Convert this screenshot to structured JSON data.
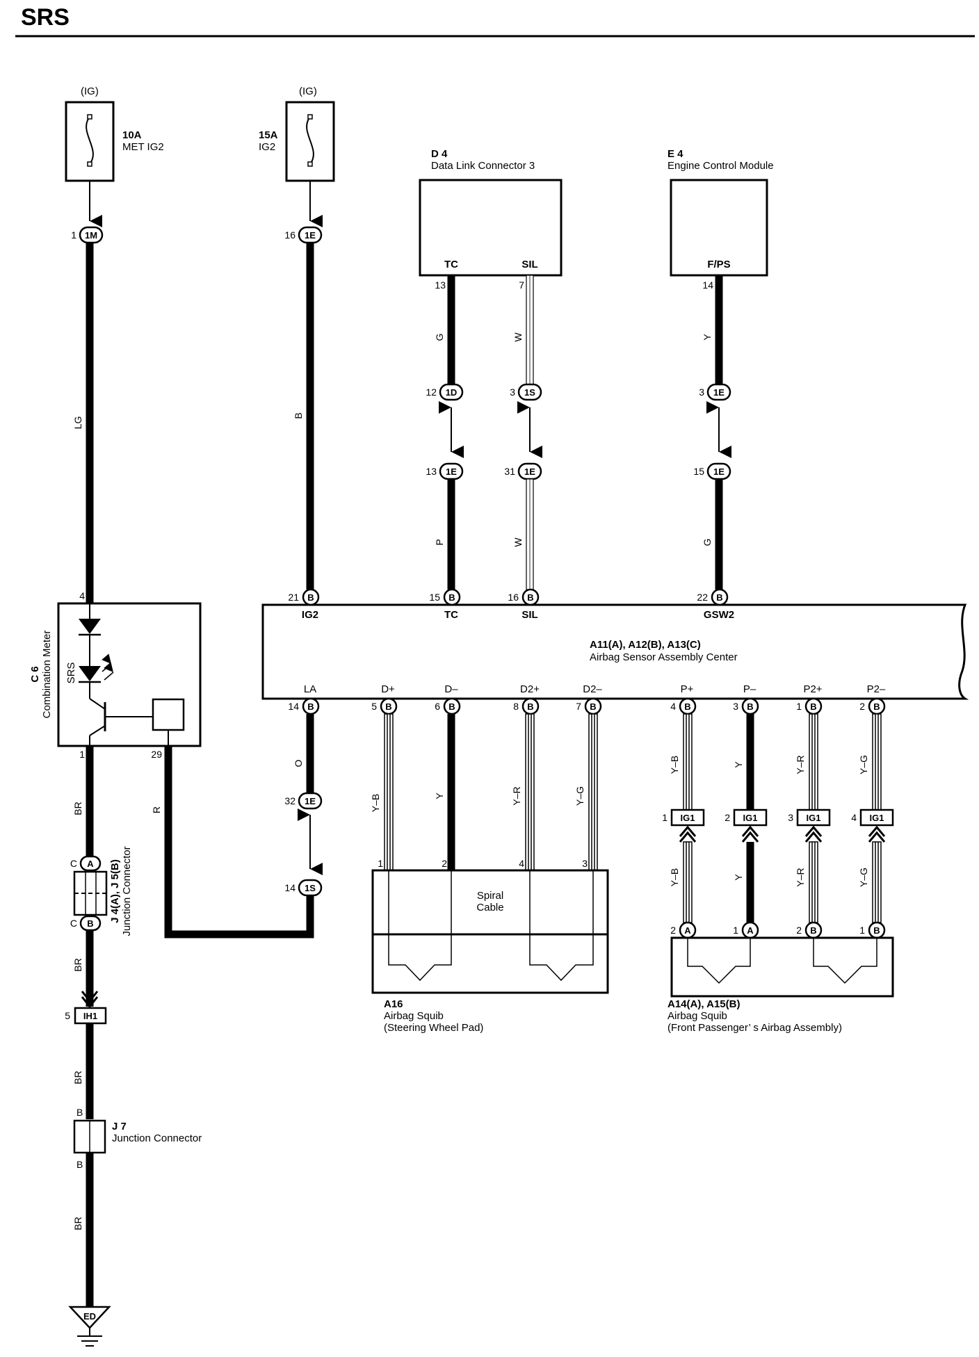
{
  "title": "SRS",
  "fuses": [
    {
      "source": "(IG)",
      "rating": "10A",
      "name": "MET IG2"
    },
    {
      "source": "(IG)",
      "rating": "15A",
      "name": "IG2"
    }
  ],
  "components": {
    "dlc": {
      "id": "D 4",
      "name": "Data Link Connector 3",
      "pin_tc": "TC",
      "pin_sil": "SIL"
    },
    "ecm": {
      "id": "E 4",
      "name": "Engine Control Module",
      "pin_fps": "F/PS"
    },
    "meter": {
      "id": "C 6",
      "name": "Combination Meter",
      "lamp": "SRS"
    },
    "sensor": {
      "id": "A11(A), A12(B), A13(C)",
      "name": "Airbag Sensor Assembly Center",
      "top_pins": [
        "IG2",
        "TC",
        "SIL",
        "GSW2"
      ],
      "bottom_pins": [
        "LA",
        "D+",
        "D–",
        "D2+",
        "D2–",
        "P+",
        "P–",
        "P2+",
        "P2–"
      ]
    },
    "spiral": {
      "line1": "Spiral",
      "line2": "Cable"
    },
    "a16": {
      "id": "A16",
      "name": "Airbag Squib",
      "detail": "(Steering Wheel Pad)"
    },
    "a14": {
      "id": "A14(A), A15(B)",
      "name": "Airbag Squib",
      "detail": "(Front Passenger’ s Airbag Assembly)"
    },
    "j4": {
      "id": "J 4(A), J 5(B)",
      "name": "Junction Connector"
    },
    "j7": {
      "id": "J 7",
      "name": "Junction Connector"
    },
    "ground": "ED"
  },
  "connectors": [
    {
      "pin": "1",
      "code": "1M"
    },
    {
      "pin": "16",
      "code": "1E"
    },
    {
      "pin": "12",
      "code": "1D"
    },
    {
      "pin": "3",
      "code": "1S"
    },
    {
      "pin": "3",
      "code": "1E"
    },
    {
      "pin": "13",
      "code": "1E"
    },
    {
      "pin": "31",
      "code": "1E"
    },
    {
      "pin": "15",
      "code": "1E"
    },
    {
      "pin": "21",
      "code": "B"
    },
    {
      "pin": "15",
      "code": "B"
    },
    {
      "pin": "16",
      "code": "B"
    },
    {
      "pin": "22",
      "code": "B"
    },
    {
      "pin": "14",
      "code": "B"
    },
    {
      "pin": "5",
      "code": "B"
    },
    {
      "pin": "6",
      "code": "B"
    },
    {
      "pin": "8",
      "code": "B"
    },
    {
      "pin": "7",
      "code": "B"
    },
    {
      "pin": "4",
      "code": "B"
    },
    {
      "pin": "3",
      "code": "B"
    },
    {
      "pin": "1",
      "code": "B"
    },
    {
      "pin": "2",
      "code": "B"
    },
    {
      "pin": "32",
      "code": "1E"
    },
    {
      "pin": "14",
      "code": "1S"
    },
    {
      "pin": "1",
      "code": "IG1"
    },
    {
      "pin": "2",
      "code": "IG1"
    },
    {
      "pin": "3",
      "code": "IG1"
    },
    {
      "pin": "4",
      "code": "IG1"
    },
    {
      "pin": "2",
      "code": "A"
    },
    {
      "pin": "1",
      "code": "A"
    },
    {
      "pin": "2",
      "code": "B"
    },
    {
      "pin": "1",
      "code": "B"
    },
    {
      "pin": "C",
      "code": "A"
    },
    {
      "pin": "C",
      "code": "B"
    },
    {
      "pin": "5",
      "code": "IH1"
    }
  ],
  "pins": {
    "dlc_tc": "13",
    "dlc_sil": "7",
    "ecm_fps": "14",
    "meter_in": "4",
    "meter_out": "1",
    "meter_r": "29",
    "spiral": [
      "1",
      "2",
      "4",
      "3"
    ],
    "j7_top": "B",
    "j7_bottom": "B"
  },
  "wires": {
    "lg": "LG",
    "b": "B",
    "g1": "G",
    "w1": "W",
    "y1": "Y",
    "p": "P",
    "w2": "W",
    "g2": "G",
    "br1": "BR",
    "r": "R",
    "o": "O",
    "s1": "Y–B",
    "s2": "Y",
    "s3": "Y–R",
    "s4": "Y–G",
    "pt1": "Y–B",
    "pt2": "Y",
    "pt3": "Y–R",
    "pt4": "Y–G",
    "pb1": "Y–B",
    "pb2": "Y",
    "pb3": "Y–R",
    "pb4": "Y–G",
    "br2": "BR",
    "br3": "BR",
    "br4": "BR"
  }
}
